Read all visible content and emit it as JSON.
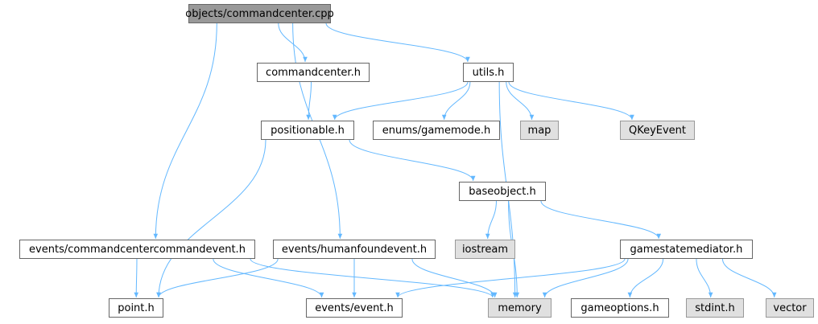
{
  "graph": {
    "edge_color": "#63b8ff",
    "nodes": [
      {
        "id": "root",
        "label": "objects/commandcenter.cpp",
        "kind": "root"
      },
      {
        "id": "commandcenter_h",
        "label": "commandcenter.h",
        "kind": "header"
      },
      {
        "id": "utils_h",
        "label": "utils.h",
        "kind": "header"
      },
      {
        "id": "positionable_h",
        "label": "positionable.h",
        "kind": "header"
      },
      {
        "id": "gamemode_h",
        "label": "enums/gamemode.h",
        "kind": "header"
      },
      {
        "id": "map",
        "label": "map",
        "kind": "system"
      },
      {
        "id": "qkeyevent",
        "label": "QKeyEvent",
        "kind": "system"
      },
      {
        "id": "baseobject_h",
        "label": "baseobject.h",
        "kind": "header"
      },
      {
        "id": "iostream",
        "label": "iostream",
        "kind": "system"
      },
      {
        "id": "gamestatemediator_h",
        "label": "gamestatemediator.h",
        "kind": "header"
      },
      {
        "id": "cccommandevent_h",
        "label": "events/commandcentercommandevent.h",
        "kind": "header"
      },
      {
        "id": "humanfoundevent_h",
        "label": "events/humanfoundevent.h",
        "kind": "header"
      },
      {
        "id": "point_h",
        "label": "point.h",
        "kind": "header"
      },
      {
        "id": "event_h",
        "label": "events/event.h",
        "kind": "header"
      },
      {
        "id": "memory",
        "label": "memory",
        "kind": "system"
      },
      {
        "id": "gameoptions_h",
        "label": "gameoptions.h",
        "kind": "header"
      },
      {
        "id": "stdint_h",
        "label": "stdint.h",
        "kind": "system"
      },
      {
        "id": "vector",
        "label": "vector",
        "kind": "system"
      }
    ],
    "edges": [
      [
        "root",
        "commandcenter_h"
      ],
      [
        "root",
        "utils_h"
      ],
      [
        "root",
        "cccommandevent_h"
      ],
      [
        "root",
        "humanfoundevent_h"
      ],
      [
        "commandcenter_h",
        "positionable_h"
      ],
      [
        "utils_h",
        "positionable_h"
      ],
      [
        "utils_h",
        "gamemode_h"
      ],
      [
        "utils_h",
        "map"
      ],
      [
        "utils_h",
        "qkeyevent"
      ],
      [
        "utils_h",
        "memory"
      ],
      [
        "positionable_h",
        "baseobject_h"
      ],
      [
        "positionable_h",
        "point_h"
      ],
      [
        "baseobject_h",
        "iostream"
      ],
      [
        "baseobject_h",
        "memory"
      ],
      [
        "baseobject_h",
        "gamestatemediator_h"
      ],
      [
        "gamestatemediator_h",
        "event_h"
      ],
      [
        "gamestatemediator_h",
        "memory"
      ],
      [
        "gamestatemediator_h",
        "gameoptions_h"
      ],
      [
        "gamestatemediator_h",
        "stdint_h"
      ],
      [
        "gamestatemediator_h",
        "vector"
      ],
      [
        "cccommandevent_h",
        "point_h"
      ],
      [
        "cccommandevent_h",
        "event_h"
      ],
      [
        "cccommandevent_h",
        "memory"
      ],
      [
        "humanfoundevent_h",
        "point_h"
      ],
      [
        "humanfoundevent_h",
        "event_h"
      ],
      [
        "humanfoundevent_h",
        "memory"
      ]
    ]
  }
}
